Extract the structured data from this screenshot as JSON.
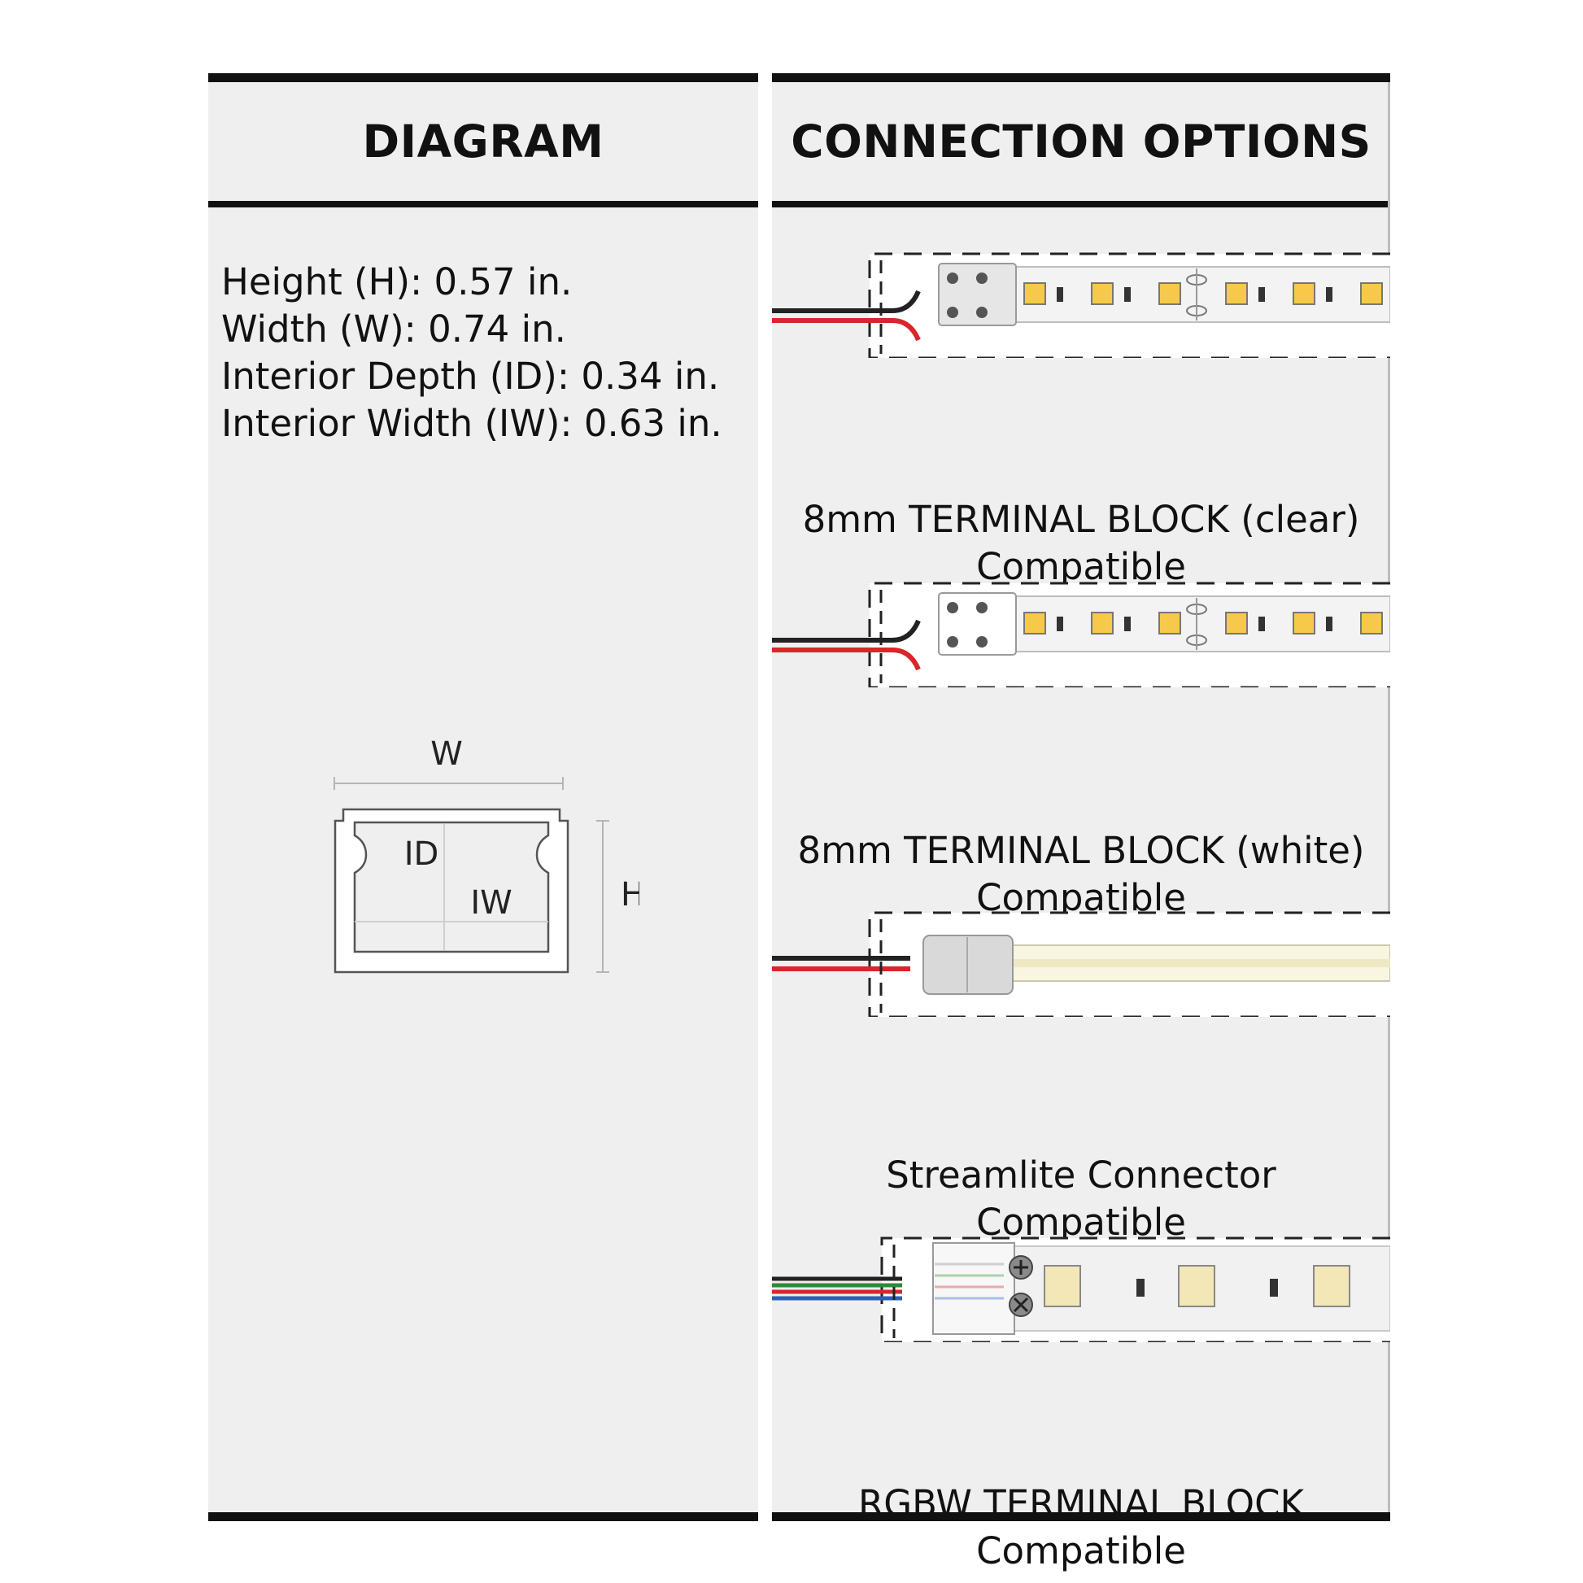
{
  "diagram": {
    "header": "DIAGRAM",
    "specs": [
      "Height (H): 0.57 in.",
      "Width (W): 0.74 in.",
      "Interior Depth (ID): 0.34 in.",
      "Interior Width (IW): 0.63 in."
    ],
    "profile_labels": {
      "w": "W",
      "h": "H",
      "id": "ID",
      "iw": "IW"
    }
  },
  "connections": {
    "header": "CONNECTION OPTIONS",
    "options": [
      {
        "name": "8mm TERMINAL BLOCK (clear)",
        "note": "Compatible"
      },
      {
        "name": "8mm TERMINAL BLOCK (white)",
        "note": "Compatible"
      },
      {
        "name": "Streamlite Connector",
        "note": "Compatible"
      },
      {
        "name": "RGBW TERMINAL BLOCK",
        "note": "Compatible"
      }
    ]
  },
  "colors": {
    "wire_red": "#d8262b",
    "wire_black": "#222222",
    "wire_green": "#2f8a3a",
    "wire_blue": "#2b5fb8",
    "led_yellow": "#f6c94a"
  }
}
